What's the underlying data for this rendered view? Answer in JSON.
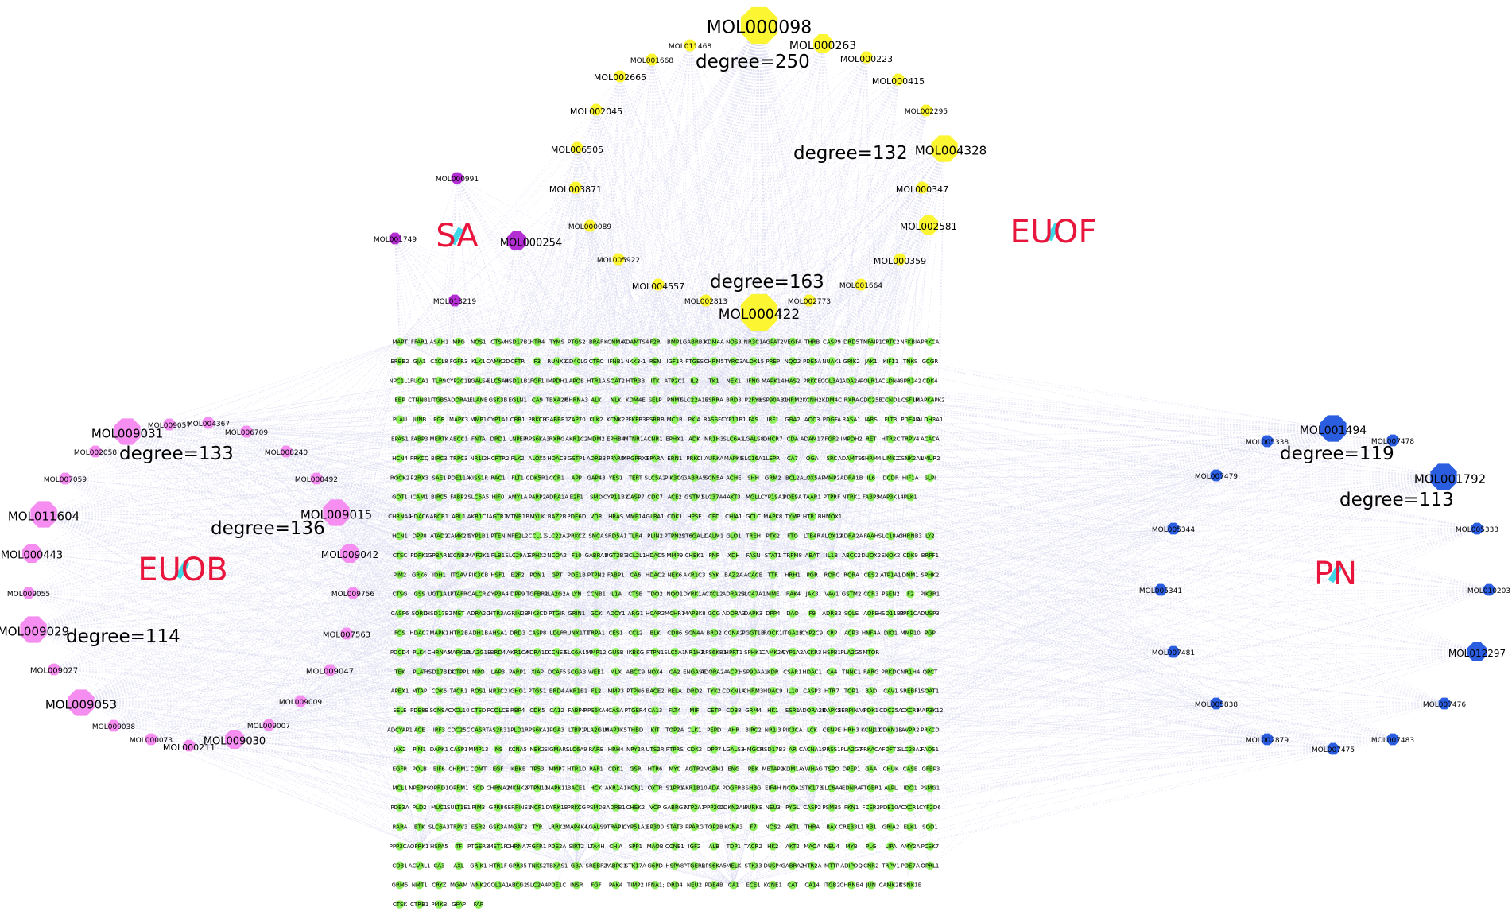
{
  "groups": [
    {
      "id": "SA",
      "label": "SA",
      "color": "#b32fd4",
      "shape": "octagon"
    },
    {
      "id": "EUOF",
      "label": "EUOF",
      "color": "#fbf532",
      "shape": "octagon"
    },
    {
      "id": "EUOB",
      "label": "EUOB",
      "color": "#f58ef0",
      "shape": "octagon"
    },
    {
      "id": "PN",
      "label": "PN",
      "color": "#2a5de0",
      "shape": "octagon"
    }
  ],
  "colors": {
    "edge": "#dcdcf2",
    "target": "#8cf05a",
    "group_label": "#e8163c",
    "group_label_accent": "#3fd8e6",
    "degree_text": "#000000"
  },
  "ingredients": [
    {
      "id": "MOL000098",
      "group": "EUOF",
      "size": "xl",
      "degree": "degree=250"
    },
    {
      "id": "MOL000263",
      "group": "EUOF",
      "size": "m"
    },
    {
      "id": "MOL011468",
      "group": "EUOF",
      "size": "s"
    },
    {
      "id": "MOL001668",
      "group": "EUOF",
      "size": "s"
    },
    {
      "id": "MOL000223",
      "group": "EUOF",
      "size": "s"
    },
    {
      "id": "MOL002665",
      "group": "EUOF",
      "size": "s"
    },
    {
      "id": "MOL000415",
      "group": "EUOF",
      "size": "s"
    },
    {
      "id": "MOL002045",
      "group": "EUOF",
      "size": "s"
    },
    {
      "id": "MOL002295",
      "group": "EUOF",
      "size": "s"
    },
    {
      "id": "MOL006505",
      "group": "EUOF",
      "size": "s"
    },
    {
      "id": "MOL004328",
      "group": "EUOF",
      "size": "l",
      "degree": "degree=132"
    },
    {
      "id": "MOL003871",
      "group": "EUOF",
      "size": "s"
    },
    {
      "id": "MOL000347",
      "group": "EUOF",
      "size": "s"
    },
    {
      "id": "MOL000089",
      "group": "EUOF",
      "size": "s"
    },
    {
      "id": "MOL002581",
      "group": "EUOF",
      "size": "m"
    },
    {
      "id": "MOL005922",
      "group": "EUOF",
      "size": "s"
    },
    {
      "id": "MOL000359",
      "group": "EUOF",
      "size": "s"
    },
    {
      "id": "MOL004557",
      "group": "EUOF",
      "size": "s"
    },
    {
      "id": "MOL001664",
      "group": "EUOF",
      "size": "s"
    },
    {
      "id": "MOL002813",
      "group": "EUOF",
      "size": "s"
    },
    {
      "id": "MOL002773",
      "group": "EUOF",
      "size": "s"
    },
    {
      "id": "MOL000422",
      "group": "EUOF",
      "size": "xl",
      "degree": "degree=163"
    },
    {
      "id": "MOL000991",
      "group": "SA",
      "size": "s"
    },
    {
      "id": "MOL001749",
      "group": "SA",
      "size": "s"
    },
    {
      "id": "MOL000254",
      "group": "SA",
      "size": "m"
    },
    {
      "id": "MOL013219",
      "group": "SA",
      "size": "s"
    },
    {
      "id": "MOL009057",
      "group": "EUOB",
      "size": "s"
    },
    {
      "id": "MOL004367",
      "group": "EUOB",
      "size": "s"
    },
    {
      "id": "MOL009031",
      "group": "EUOB",
      "size": "l",
      "degree": "degree=133"
    },
    {
      "id": "MOL006709",
      "group": "EUOB",
      "size": "s"
    },
    {
      "id": "MOL002058",
      "group": "EUOB",
      "size": "s"
    },
    {
      "id": "MOL008240",
      "group": "EUOB",
      "size": "s"
    },
    {
      "id": "MOL007059",
      "group": "EUOB",
      "size": "s"
    },
    {
      "id": "MOL000492",
      "group": "EUOB",
      "size": "s"
    },
    {
      "id": "MOL011604",
      "group": "EUOB",
      "size": "l"
    },
    {
      "id": "MOL009015",
      "group": "EUOB",
      "size": "l",
      "degree": "degree=136"
    },
    {
      "id": "MOL000443",
      "group": "EUOB",
      "size": "m"
    },
    {
      "id": "MOL009042",
      "group": "EUOB",
      "size": "m"
    },
    {
      "id": "MOL009055",
      "group": "EUOB",
      "size": "s"
    },
    {
      "id": "MOL009756",
      "group": "EUOB",
      "size": "s"
    },
    {
      "id": "MOL009029",
      "group": "EUOB",
      "size": "l",
      "degree": "degree=114"
    },
    {
      "id": "MOL007563",
      "group": "EUOB",
      "size": "s"
    },
    {
      "id": "MOL009027",
      "group": "EUOB",
      "size": "s"
    },
    {
      "id": "MOL009047",
      "group": "EUOB",
      "size": "s"
    },
    {
      "id": "MOL009009",
      "group": "EUOB",
      "size": "s"
    },
    {
      "id": "MOL009053",
      "group": "EUOB",
      "size": "l"
    },
    {
      "id": "MOL009038",
      "group": "EUOB",
      "size": "s"
    },
    {
      "id": "MOL009007",
      "group": "EUOB",
      "size": "s"
    },
    {
      "id": "MOL009030",
      "group": "EUOB",
      "size": "m"
    },
    {
      "id": "MOL000073",
      "group": "EUOB",
      "size": "s"
    },
    {
      "id": "MOL000211",
      "group": "EUOB",
      "size": "s"
    },
    {
      "id": "MOL001494",
      "group": "PN",
      "size": "l",
      "degree": "degree=119"
    },
    {
      "id": "MOL005338",
      "group": "PN",
      "size": "s"
    },
    {
      "id": "MOL007478",
      "group": "PN",
      "size": "s"
    },
    {
      "id": "MOL007479",
      "group": "PN",
      "size": "s"
    },
    {
      "id": "MOL001792",
      "group": "PN",
      "size": "l",
      "degree": "degree=113"
    },
    {
      "id": "MOL005344",
      "group": "PN",
      "size": "s"
    },
    {
      "id": "MOL005333",
      "group": "PN",
      "size": "s"
    },
    {
      "id": "MOL005341",
      "group": "PN",
      "size": "s"
    },
    {
      "id": "MOL010203",
      "group": "PN",
      "size": "s"
    },
    {
      "id": "MOL007481",
      "group": "PN",
      "size": "s"
    },
    {
      "id": "MOL012297",
      "group": "PN",
      "size": "m"
    },
    {
      "id": "MOL005838",
      "group": "PN",
      "size": "s"
    },
    {
      "id": "MOL007476",
      "group": "PN",
      "size": "s"
    },
    {
      "id": "MOL002879",
      "group": "PN",
      "size": "s"
    },
    {
      "id": "MOL007475",
      "group": "PN",
      "size": "s"
    },
    {
      "id": "MOL007483",
      "group": "PN",
      "size": "s"
    }
  ],
  "targets": [
    [
      "MAPT",
      "FFAR1",
      "ASAH1",
      "MPG",
      "NOS1",
      "CTSV",
      "HSD17B1",
      "HTR4",
      "TYMS",
      "PTGS2",
      "BRAF",
      "KCNMA1",
      "ADAMTS4",
      "F2R",
      "BMP1",
      "GABRB3",
      "KDM4A",
      "NOS3",
      "NR3C1",
      "AGPAT2",
      "VEGFA",
      "THRB",
      "CASP9",
      "DRD5",
      "TNFAIP1",
      "CRTC2",
      "NFKBIA",
      "PRKCA"
    ],
    [
      "ERBB2",
      "GJA1",
      "CXCL8",
      "FGFR3",
      "KLK1",
      "CAMK2D",
      "CFTR",
      "F3",
      "RUNX2",
      "CD40LG",
      "CTRC",
      "IFNB1",
      "NKX3-1",
      "REN",
      "IGF1R",
      "PTGES",
      "CHRM5",
      "TYRO3",
      "ALOX15",
      "PREP",
      "NQO2",
      "PDE5A",
      "NUAK1",
      "GRIK2",
      "JAK1",
      "KIF11",
      "TNKS",
      "GCGR"
    ],
    [
      "NPC1L1",
      "FUCA1",
      "TLR9",
      "CYP2C19",
      "LGALS4",
      "SLC5A4",
      "HSD11B1",
      "FGF1",
      "IMPDH1",
      "APOB",
      "HTR1A",
      "SOAT2",
      "HTR3B",
      "ITK",
      "ATP2C1",
      "IL2",
      "TK1",
      "NEK1",
      "IFNG",
      "MAPK14",
      "HAS2",
      "PRKCE",
      "COL3A1",
      "ADA2A",
      "POLR1A",
      "CLDN4",
      "GPR142",
      "CDK4"
    ],
    [
      "EBP",
      "CTNNB1",
      "ITGB5",
      "ADORA1",
      "ELANE",
      "GSK3B",
      "EGLN1",
      "CA9",
      "TBXA2R",
      "CHRNA3",
      "ALK",
      "NLK",
      "KDM4E",
      "SELP",
      "PNMT",
      "SLC22A12",
      "ESRRA",
      "BRD3",
      "P2RY1",
      "HSP90AB1",
      "CHRM2",
      "KCNH2",
      "KDM4C",
      "RXRA",
      "CDC25B",
      "CCND1",
      "CSF1R",
      "MAPKAPK2"
    ],
    [
      "PLAU",
      "JUNB",
      "PGR",
      "MAPK3",
      "MMP1",
      "CYP1A1",
      "CBR1",
      "PRKCB",
      "GABBR1",
      "ZAP70",
      "KLK2",
      "KCNK2",
      "PFKFB3",
      "ESRRB",
      "MC1R",
      "PKIA",
      "RASSF1",
      "CYP11B1",
      "FAS",
      "IRF1",
      "GBA2",
      "AOC3",
      "PDGFA",
      "RASA1",
      "IARS",
      "FLT3",
      "PDE4D",
      "ALDH3A1"
    ],
    [
      "EPAS1",
      "FABP3",
      "MERTK",
      "ABCC1",
      "FNTA",
      "DRD1",
      "LNPEP",
      "RPS6KA3",
      "RXRG",
      "AKR1C2",
      "MDM2",
      "EPHB4",
      "MTNR1A",
      "CNR1",
      "EPHX1",
      "ADK",
      "NR1H3",
      "SLC6A2",
      "LGALS8",
      "DHCR7",
      "CDA",
      "ADAM17",
      "FGF2",
      "IMPDH2",
      "RET",
      "HTR2C",
      "TRPV4",
      "ACACA"
    ],
    [
      "HCN4",
      "PRKCQ",
      "BIRC3",
      "TRPC3",
      "NR1I2",
      "HCRTR2",
      "PLK2",
      "ALOX5",
      "HDAC8",
      "GSTP1",
      "ADRB3",
      "PPARD",
      "MRGPRX1",
      "PPARA",
      "ERN1",
      "PRKCI",
      "AURKA",
      "MAPK9",
      "SLC16A1",
      "LEPR",
      "CA7",
      "OGA",
      "SRC",
      "ADAMTS5",
      "CHRM4",
      "LIMK2",
      "CSNK2A1",
      "NMUR2"
    ],
    [
      "ROCK2",
      "P2RX3",
      "SAE1",
      "PDE11A",
      "KISS1R",
      "RAC1",
      "FLT1",
      "CDK5R1",
      "CCR1",
      "APP",
      "GAP43",
      "YES1",
      "TERT",
      "SLC5A2",
      "PIK3CG",
      "GABRA5",
      "SCN5A",
      "ACHE",
      "SHH",
      "GRM2",
      "BCL2",
      "ALOX5AP",
      "MMP2",
      "ADRA1B",
      "IL6",
      "DCDR",
      "HIF1A",
      "SLPI"
    ],
    [
      "GOT1",
      "ICAM1",
      "BIRC5",
      "FABP2",
      "SLC6A5",
      "HIF0",
      "AMY1A",
      "PARP2",
      "ADRA1A",
      "E2F1",
      "SMO",
      "CYP11B2",
      "CASP7",
      "CDC7",
      "ACE2",
      "GSTM1",
      "SLC37A4",
      "AKT3",
      "MGLL",
      "CYP19A1",
      "PDE9A",
      "TAAR1",
      "PTPRF",
      "NTRK1",
      "FABP5",
      "MAP3K14",
      "PLK1",
      ""
    ],
    [
      "CHRNA4",
      "HDAC6",
      "ABCB1",
      "ABL1",
      "AKR1C1",
      "AGTR1",
      "MTNR1B",
      "MYLK",
      "BAZ2B",
      "PDE6D",
      "VDR",
      "HRAS",
      "MMP14",
      "GLRA1",
      "CDK1",
      "HPSE",
      "CFD",
      "CHIA1",
      "GCLC",
      "MAPK8",
      "TYMP",
      "HTR1B",
      "HMOX1",
      "",
      "",
      "",
      "",
      ""
    ],
    [
      "HCN1",
      "DPP8",
      "ATAD2",
      "CAMK2G",
      "CYP1B1",
      "PTEN",
      "NFE2L2",
      "CCL11",
      "SLC22A2",
      "PRKCZ",
      "SNCA",
      "SRD5A1",
      "TLR4",
      "PLIN2",
      "PTPN22",
      "ST6GAL1",
      "CALM1",
      "GLO1",
      "TREH",
      "PTK2",
      "FTO",
      "LTB4R",
      "ALOX12",
      "ADRA2A",
      "FAAH",
      "SLC18A3",
      "CHRNB3",
      "LY2"
    ],
    [
      "CTSC",
      "PDPK1",
      "GPBAR1",
      "CCNB3",
      "MAP2K1",
      "PLB1",
      "SLC29A1",
      "EPHX2",
      "NCOA2",
      "F10",
      "GABRA1",
      "UGT2B7",
      "BCL2L1",
      "HDAC5",
      "MMP9",
      "CHEK1",
      "PNP",
      "XDH",
      "FASN",
      "STAT1",
      "TRPM8",
      "ABAT",
      "IL1B",
      "ABCC2",
      "DUOX2",
      "ENOX2",
      "CDK9",
      "BRPF1"
    ],
    [
      "PIM2",
      "GRK6",
      "IDH1",
      "ITGAV",
      "PIK3CB",
      "HSF1",
      "E2F2",
      "PON1",
      "GPT",
      "PDE1B",
      "PTPN2",
      "FABP1",
      "CA6",
      "HDAC2",
      "NEK6",
      "AKR1C3",
      "SYK",
      "BAZ2A",
      "ACACB",
      "TTR",
      "HRH1",
      "PGR",
      "RORC",
      "RORA",
      "CES2",
      "ATP1A1",
      "DNM1",
      "SPHK2"
    ],
    [
      "CTSG",
      "GSS",
      "UGT1A1",
      "PTAFR",
      "CALCRL",
      "CYP3A4",
      "DPP9",
      "TGFBR1",
      "PLA2G2A",
      "LYN",
      "CCNB1",
      "IL1A",
      "CTSB",
      "TDO2",
      "NQO1",
      "DYRK1A",
      "CXCL2",
      "ADRA2B",
      "SLC47A1",
      "MME",
      "IRAK4",
      "JAK3",
      "VAV1",
      "GSTM2",
      "CCR3",
      "PSEN2",
      "F2",
      "PIK3R1"
    ],
    [
      "CASP6",
      "SORD",
      "HSD17B2",
      "MET",
      "ADRA2C",
      "HTR3A",
      "GRIN2B",
      "PIK3CD",
      "PTGIR",
      "GRIN1",
      "GCK",
      "ADCY1",
      "ARG1",
      "HCAR2",
      "MCHR1",
      "MAP3K8",
      "GCG",
      "ADORA3",
      "DAPK3",
      "DPP4",
      "DAO",
      "F9",
      "ADRB2",
      "SQLE",
      "AOFB",
      "HSD11B2",
      "PPP1CA",
      "DUSP3"
    ],
    [
      "FOS",
      "HDAC7",
      "MAPK1",
      "HTR2B",
      "ADH1B",
      "AHSA1",
      "DRD3",
      "CASP8",
      "LDLR",
      "RUNX1T1",
      "TRPA1",
      "CES1",
      "CCL2",
      "BLK",
      "CD86",
      "SCN4A",
      "BRD2",
      "CCNA2",
      "PGGT1B",
      "ROCK1",
      "ITGA2B",
      "CYP2C9",
      "CRP",
      "ACP3",
      "HNF4A",
      "DIO1",
      "MMP10",
      "PGP"
    ],
    [
      "PDCD4",
      "PLK4",
      "CHRNA5",
      "MAPK10",
      "PLA2G1B",
      "BRD4",
      "AKR1C4",
      "ADRA1D",
      "CCNE2",
      "SLC6A15",
      "MMP12",
      "GUSB",
      "IKBKG",
      "PTPN1",
      "SLC5A1",
      "NR1H2",
      "RPS6KB1",
      "HPRT1",
      "SPHK1",
      "CAMK2A",
      "CYP1A2",
      "ACKR3",
      "HSPB1",
      "PLA2G5",
      "MTOR",
      "",
      "",
      ""
    ],
    [
      "TEK",
      "PLAT",
      "HSD17B14",
      "DCTPP1",
      "MPO",
      "LAP3",
      "PARP1",
      "XIAP",
      "DCAF5",
      "SCGA3",
      "WEE1",
      "MLX",
      "ABCC9",
      "NOX4",
      "CA2",
      "ENGASE",
      "ADORA2A",
      "ACP1",
      "HSP90AA1",
      "KDR",
      "CSAR1",
      "HDAC1",
      "CA4",
      "TNNC1",
      "RARG",
      "PRKDC",
      "NR1H4",
      "QPCT"
    ],
    [
      "APEX1",
      "MTAP",
      "CDK6",
      "TACR1",
      "ROS1",
      "NR3C2",
      "IGHG1",
      "PTGS1",
      "BRD4",
      "AKR1B1",
      "F12",
      "MMP3",
      "PTPN6",
      "BACE2",
      "RELA",
      "DRD2",
      "TYK2",
      "CDKN1A",
      "CHRM3",
      "HDAC9",
      "IL10",
      "CASP3",
      "HTR7",
      "TOP1",
      "BAD",
      "CAV1",
      "SREBF1",
      "SOAT1"
    ],
    [
      "SELE",
      "PDE8B",
      "SCN9A",
      "CXCL10",
      "CTSD",
      "PCOLCE",
      "RBP4",
      "CDK5",
      "CA12",
      "FABP4",
      "RPS6KA4",
      "CASA",
      "PTGER4",
      "CA13",
      "FLT4",
      "MIF",
      "CETP",
      "CD38",
      "GRM4",
      "HK1",
      "ESR1",
      "ADORA2B",
      "DAPK2",
      "SERPINA6",
      "PDK1",
      "CDC25A",
      "CXCR2",
      "MAP3K12"
    ],
    [
      "ADCYAP1",
      "ACE",
      "IRF3",
      "CDC25C",
      "CASR",
      "TAS2R31",
      "PLD1",
      "RPS6KA1",
      "PGA3",
      "LTBP1",
      "PLA2G10",
      "MAP3K5",
      "THBD",
      "KIT",
      "TOP2A",
      "CLK1",
      "PEPD",
      "AHR",
      "BIRC2",
      "NR1I3",
      "PIK3CA",
      "LCK",
      "CENPE",
      "HRH3",
      "KCNJ11",
      "CDKN1B",
      "AVPR2",
      "PRKCD"
    ],
    [
      "JAK2",
      "PIM1",
      "DAPK1",
      "CASP1",
      "MMP13",
      "INS",
      "KCNA5",
      "NEK2",
      "SIGMAR1",
      "SLC6A9",
      "RARB",
      "HRH4",
      "NPY2R",
      "UTS2R",
      "PTPRS",
      "CDK2",
      "DPP7",
      "LGALS3",
      "HMGCR",
      "HSD17B3",
      "AR",
      "CACNA1S",
      "PRSS1",
      "PLA2G7",
      "PRKACA",
      "FDFT1",
      "SLC28A2",
      "FADS1"
    ],
    [
      "EGFR",
      "POLB",
      "EIF6",
      "CHRM1",
      "COMT",
      "EGF",
      "IKBKB",
      "TP53",
      "MMP7",
      "HTR1D",
      "RAF1",
      "CDK1",
      "GSR",
      "HTR6",
      "MYC",
      "AGTR2",
      "VCAM1",
      "ENG",
      "PBK",
      "METAP2",
      "KDM1A",
      "YWHAG",
      "TSPO",
      "DPEP1",
      "GAA",
      "CHUK",
      "CASB",
      "IGFBP3"
    ],
    [
      "MCL1",
      "NPEPPS",
      "OPRD1",
      "OPRM1",
      "SCD",
      "CHRNA2",
      "MKNK2",
      "PTPN11",
      "MAPK11",
      "BACE1",
      "HCK",
      "AKR1A1",
      "KCNJ1",
      "OXTR",
      "S1PR1",
      "AKR1B10",
      "ADA",
      "PDGFRB",
      "SHBG",
      "EIF4H",
      "NCOA1",
      "STK17B",
      "SLC6A4",
      "EDNRA",
      "PTGER1",
      "ALPL",
      "IDO1",
      "PSMG1"
    ],
    [
      "PDE3A",
      "PLD2",
      "MUC1",
      "SULT1E1",
      "PIM3",
      "GPR84",
      "SERPINE1",
      "NCF1",
      "DYRK1B",
      "PRKCG",
      "PSMD3",
      "ADRB1",
      "CHEK2",
      "VCP",
      "GABRG2",
      "ATP2A1",
      "PPP2CA",
      "CDKN2AIP",
      "AURKB",
      "NEU3",
      "PYGL",
      "CASP2",
      "PSMB5",
      "PKN1",
      "FCER2",
      "PDE10A",
      "CXCR1",
      "CYP2D6"
    ],
    [
      "RARA",
      "BTK",
      "SLC6A3",
      "TRPV3",
      "ESR2",
      "GSK3A",
      "MGAT2",
      "TYR",
      "LRRK2",
      "MAP4K4",
      "LGALS9",
      "TRAP1",
      "CYP51A1",
      "EP300",
      "STAT3",
      "PPARG",
      "TOP2B",
      "KCNA3",
      "F7",
      "NOS2",
      "AKT1",
      "THRA",
      "BAX",
      "CREB3L1",
      "RB1",
      "GRIA2",
      "ELK1",
      "SOD1"
    ],
    [
      "PPP3CA",
      "OPRK1",
      "HSPA5",
      "TF",
      "PTGER3",
      "MST1R",
      "CHRNA7",
      "FGFR1",
      "PDE2A",
      "SIRT2",
      "LTA4H",
      "CHIA",
      "SPP1",
      "MAOB",
      "CCNE1",
      "IGF2",
      "ALB",
      "TDP1",
      "TACR2",
      "HK2",
      "AKT2",
      "MAOA",
      "NEU4",
      "MYB",
      "PLG",
      "LIPA",
      "AMY2A",
      "PCSK7"
    ],
    [
      "CD81",
      "ACVRL1",
      "CA3",
      "AXL",
      "GRIK1",
      "HTR1F",
      "GPR35",
      "TNKS2",
      "TBXAS1",
      "GBA",
      "SREBF2",
      "PABPC1",
      "STK17A",
      "G6PD",
      "HSPA8",
      "PTGER2",
      "RPS6KA5",
      "MELK",
      "STK33",
      "DUSP4",
      "GABRA2",
      "HTR2A",
      "MTTP",
      "ADIPOQ",
      "CNR2",
      "TRPV1",
      "PDE7A",
      "OPRL1"
    ],
    [
      "GRM5",
      "NMT1",
      "CRYZ",
      "MGAM",
      "WNK2",
      "COL1A1",
      "ABCG2",
      "SLC2A4",
      "PDE1C",
      "INSR",
      "FGF",
      "PAK4",
      "TIMP2",
      "IFNA1;",
      "DRD4",
      "NEU2",
      "PDE4B",
      "CA1",
      "ECE1",
      "KCNE1",
      "CAT",
      "CA14",
      "ITGB2",
      "CHRNB4",
      "JUN",
      "CAMK2B",
      "CSNK1E",
      ""
    ],
    [
      "CTSK",
      "CTRB1",
      "PI4KB",
      "GFAP",
      "FAP",
      "",
      "",
      "",
      "",
      "",
      "",
      "",
      "",
      "",
      "",
      "",
      "",
      "",
      "",
      "",
      "",
      "",
      "",
      "",
      "",
      "",
      "",
      ""
    ]
  ]
}
